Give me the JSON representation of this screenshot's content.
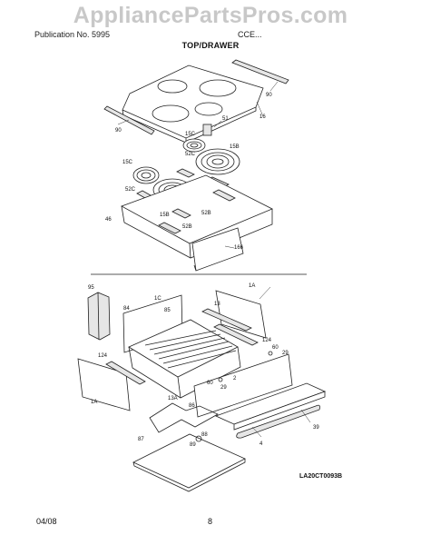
{
  "watermark": "AppliancePartsPros.com",
  "header": {
    "left": "Publication No. 5995",
    "right": "CCE..."
  },
  "title": "TOP/DRAWER",
  "labels": {
    "p90a": "90",
    "p16": "16",
    "p90b": "90",
    "p51": "51",
    "p15c_a": "15C",
    "p52c_a": "52C",
    "p15b": "15B",
    "p15c_b": "15C",
    "p52c_b": "52C",
    "p15b_b": "15B",
    "p52b_a": "52B",
    "p52b_b": "52B",
    "p46": "46",
    "p166": "166",
    "p95": "95",
    "p84": "84",
    "p1c": "1C",
    "p85": "85",
    "p1a_a": "1A",
    "p13": "13",
    "p124_a": "124",
    "p124_b": "124",
    "p60_a": "60",
    "p29_a": "29",
    "p2": "2",
    "p60_b": "60",
    "p29_b": "29",
    "p1a_b": "1A",
    "p13a": "13A",
    "p86": "86",
    "p88": "88",
    "p87": "87",
    "p89": "89",
    "p4": "4",
    "p39": "39"
  },
  "diagram_code": "LA20CT0093B",
  "footer": {
    "date": "04/08",
    "page": "8"
  }
}
